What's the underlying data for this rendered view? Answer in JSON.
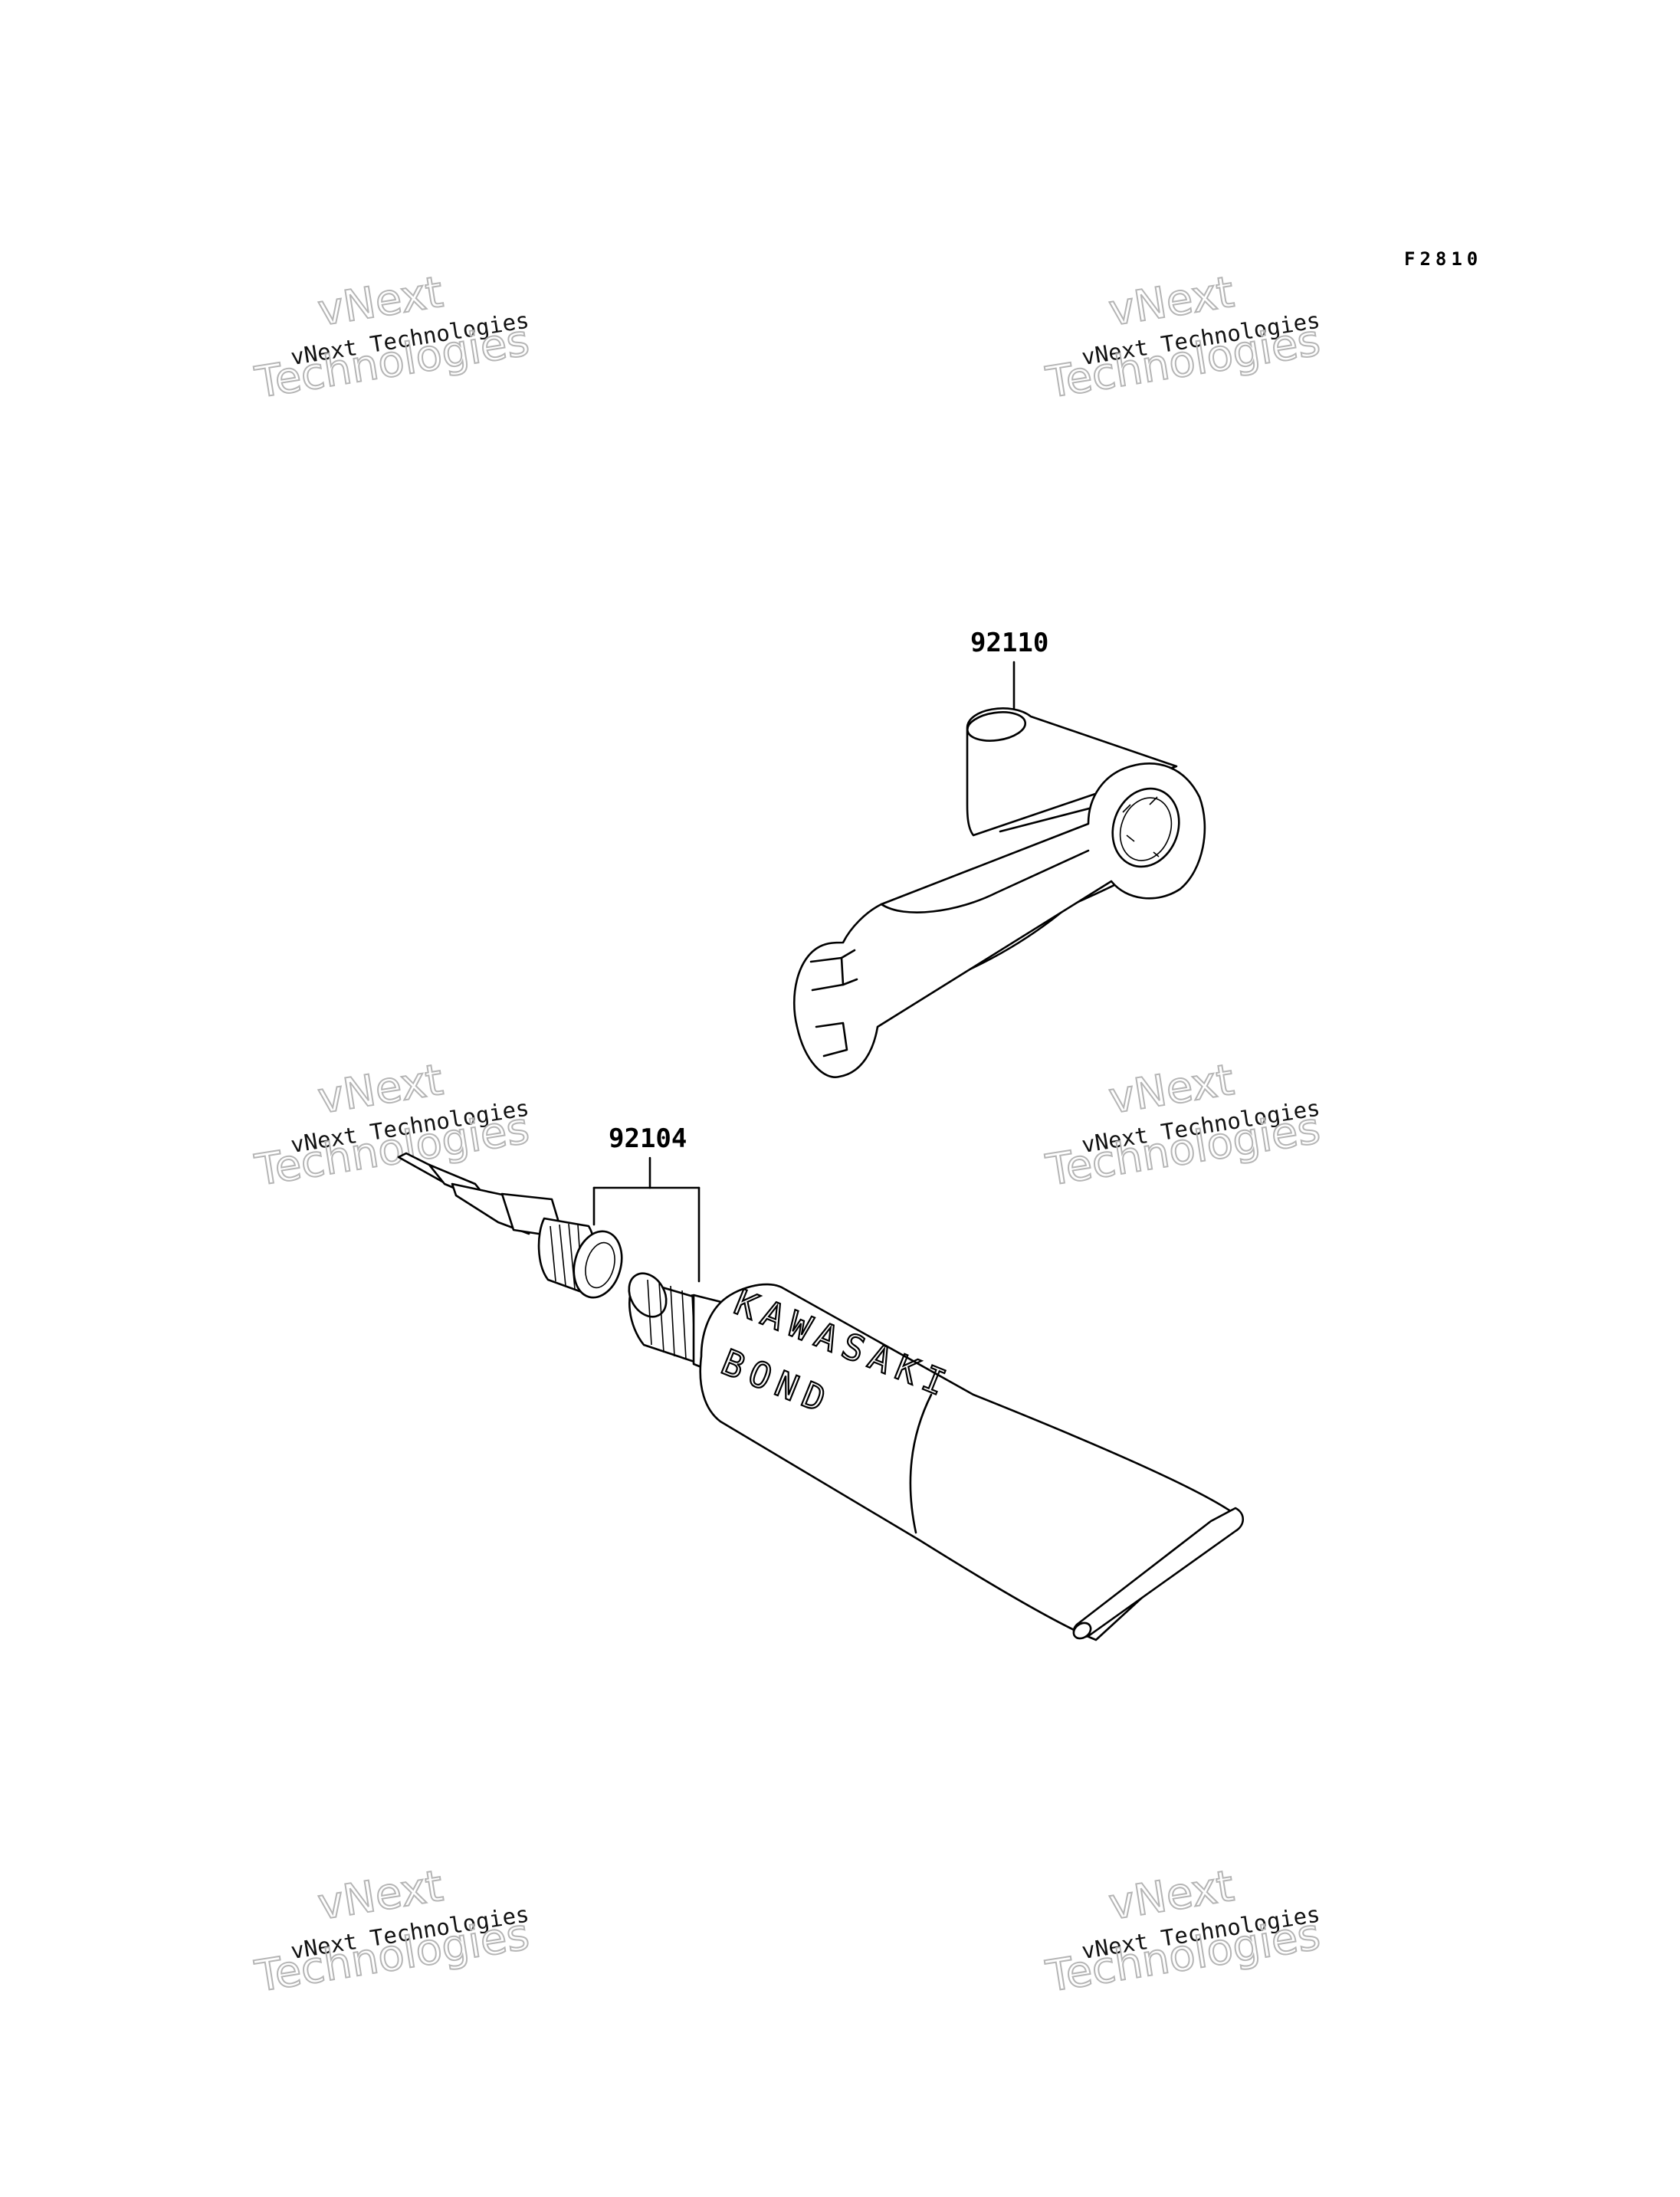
{
  "figure_code": "F2810",
  "watermark": {
    "small_text": "vNext Technologies",
    "big_line1": "vNext",
    "big_line2": "Technologies"
  },
  "parts": [
    {
      "number": "92110"
    },
    {
      "number": "92104"
    }
  ],
  "tube_label": {
    "line1": "KAWASAKI",
    "line2": "BOND"
  }
}
